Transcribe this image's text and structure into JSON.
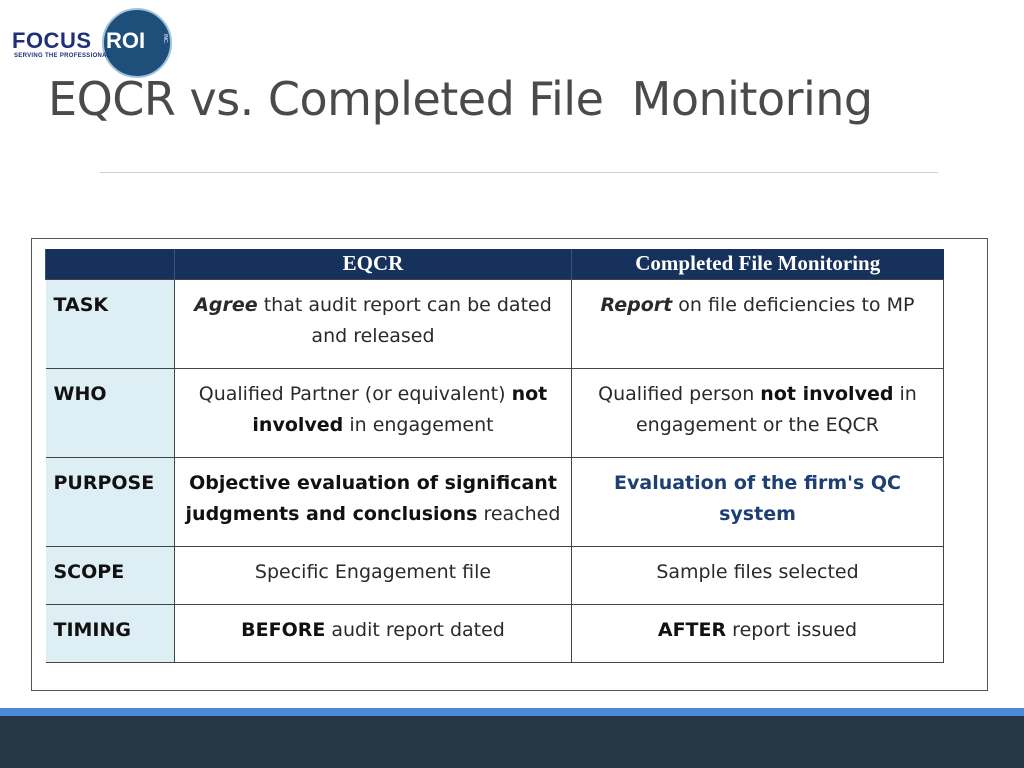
{
  "logo": {
    "word": "FOCUS",
    "roi": "ROI",
    "inc": "INC.",
    "tagline": "SERVING THE PROFESSIONAL"
  },
  "title": "EQCR vs. Completed File  Monitoring",
  "table": {
    "headers": [
      "",
      "EQCR",
      "Completed File Monitoring"
    ],
    "rows": [
      {
        "label": "TASK",
        "eqcr": {
          "lead": "Agree",
          "rest": " that audit report can be dated and released"
        },
        "cfm": {
          "lead": "Report",
          "rest": " on file deficiencies to MP"
        }
      },
      {
        "label": "WHO",
        "eqcr": {
          "a": "Qualified Partner (or equivalent) ",
          "b": "not involved",
          "c": " in engagement"
        },
        "cfm": {
          "a": "Qualified person ",
          "b": "not involved",
          "c": " in engagement or the EQCR"
        }
      },
      {
        "label": "PURPOSE",
        "eqcr": {
          "bold": "Objective evaluation of significant judgments and conclusions",
          "rest": " reached"
        },
        "cfm": {
          "text": "Evaluation of the firm's QC system"
        }
      },
      {
        "label": "SCOPE",
        "eqcr": {
          "text": "Specific Engagement file"
        },
        "cfm": {
          "text": "Sample files selected"
        }
      },
      {
        "label": "TIMING",
        "eqcr": {
          "bold": "BEFORE",
          "rest": " audit report dated"
        },
        "cfm": {
          "bold": "AFTER",
          "rest": " report issued"
        }
      }
    ]
  },
  "colors": {
    "header_bg": "#16325c",
    "rowhead_bg": "#deeef5",
    "accent_bar": "#4a8ad8",
    "footer_bar": "#263846",
    "highlight_text": "#1e3f74"
  }
}
